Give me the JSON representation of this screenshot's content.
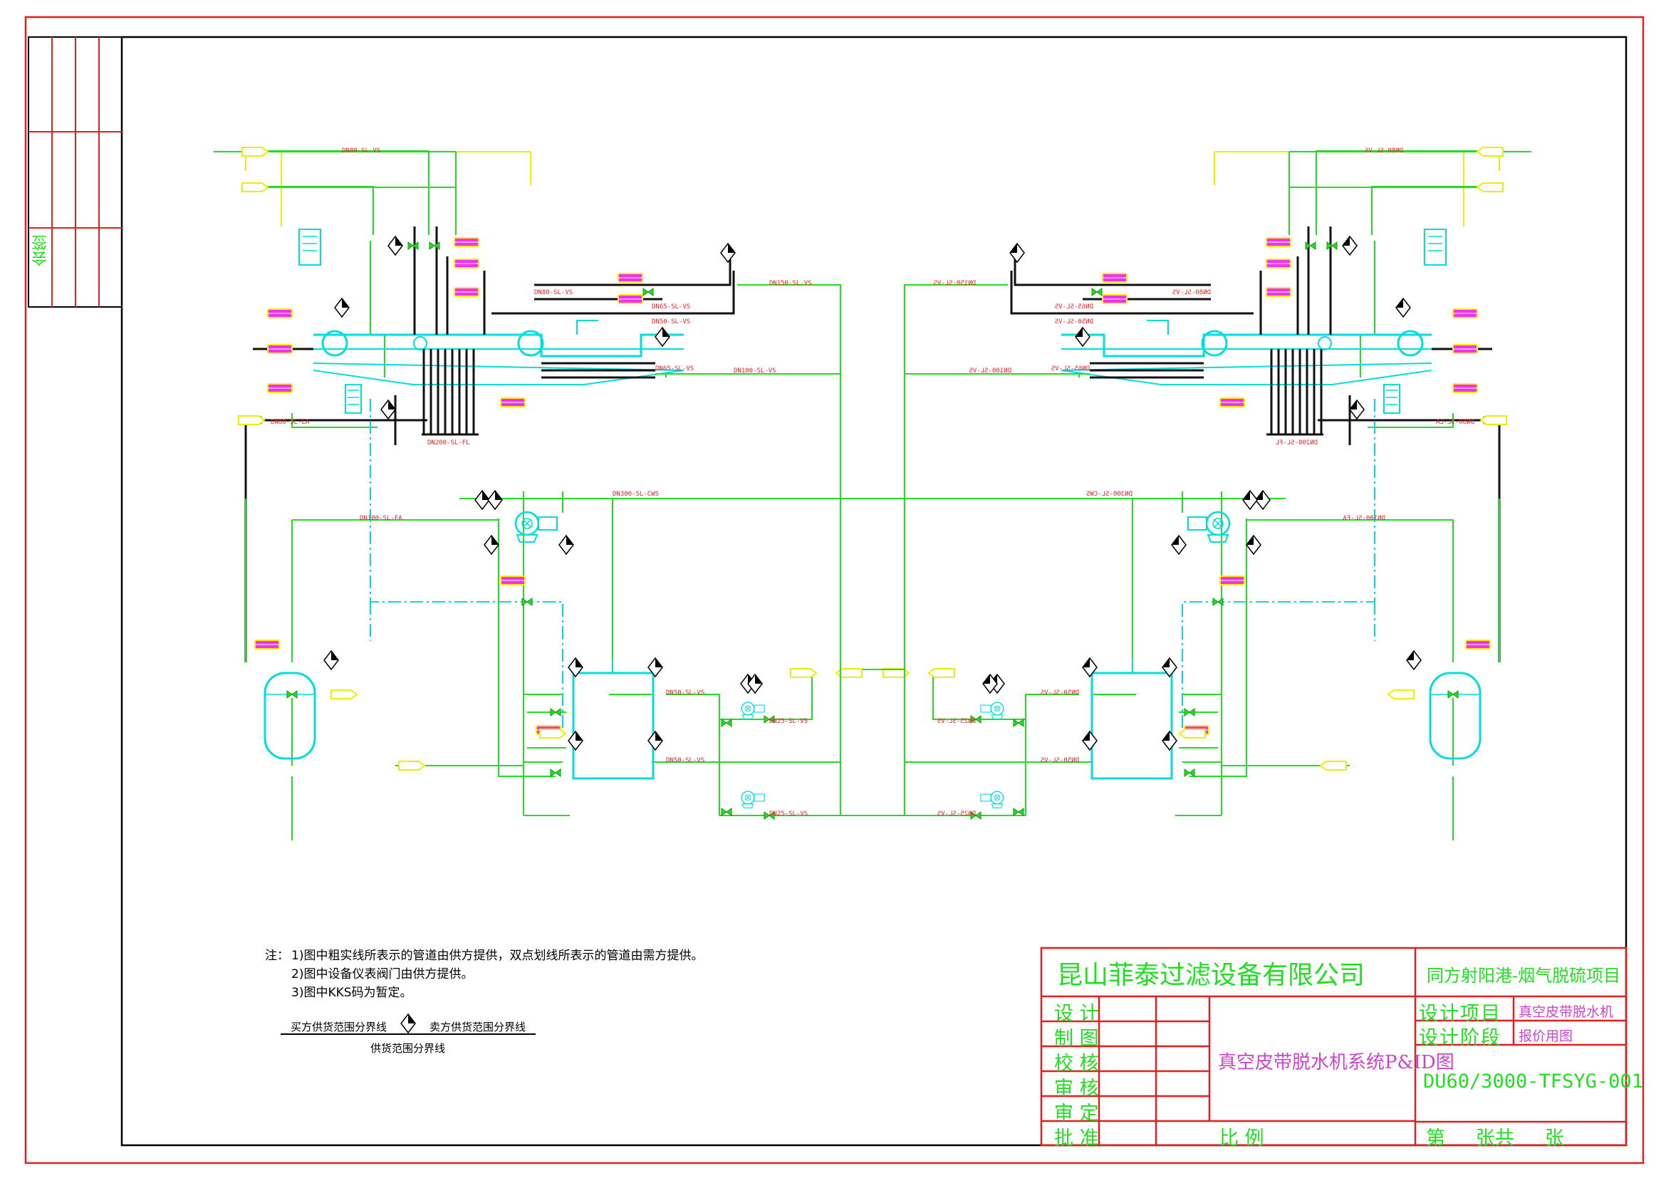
{
  "sidebar": {
    "sign_label": "会签"
  },
  "notes": {
    "heading": "注：",
    "line1": "1)图中粗实线所表示的管道由供方提供，双点划线所表示的管道由需方提供。",
    "line2": "2)图中设备仪表阀门由供方提供。",
    "line3": "3)图中KKS码为暂定。"
  },
  "legend": {
    "buyer_label": "买方供货范围分界线",
    "seller_label": "卖方供货范围分界线",
    "scope_label": "供货范围分界线"
  },
  "title_block": {
    "company": "昆山菲泰过滤设备有限公司",
    "project": "同方射阳港-烟气脱硫项目",
    "roles": [
      "设 计",
      "制 图",
      "校 核",
      "审 核",
      "审 定",
      "批 准"
    ],
    "drawing_title": "真空皮带脱水机系统P&ID图",
    "scale_label": "比  例",
    "design_item_label": "设计项目",
    "design_item_value": "真空皮带脱水机",
    "design_stage_label": "设计阶段",
    "design_stage_value": "报价用图",
    "drawing_no": "DU60/3000-TFSYG-001",
    "sheet_label": "第     张共     张"
  },
  "colors": {
    "frame": "#e02020",
    "pipe_main": "#22dd22",
    "pipe_supply": "#111111",
    "pipe_yellow": "#eeee00",
    "equipment": "#00dddd",
    "instrument": "#cc22cc",
    "text_green": "#22dd22",
    "text_magenta": "#cc44cc",
    "line_label": "#ee2222"
  }
}
